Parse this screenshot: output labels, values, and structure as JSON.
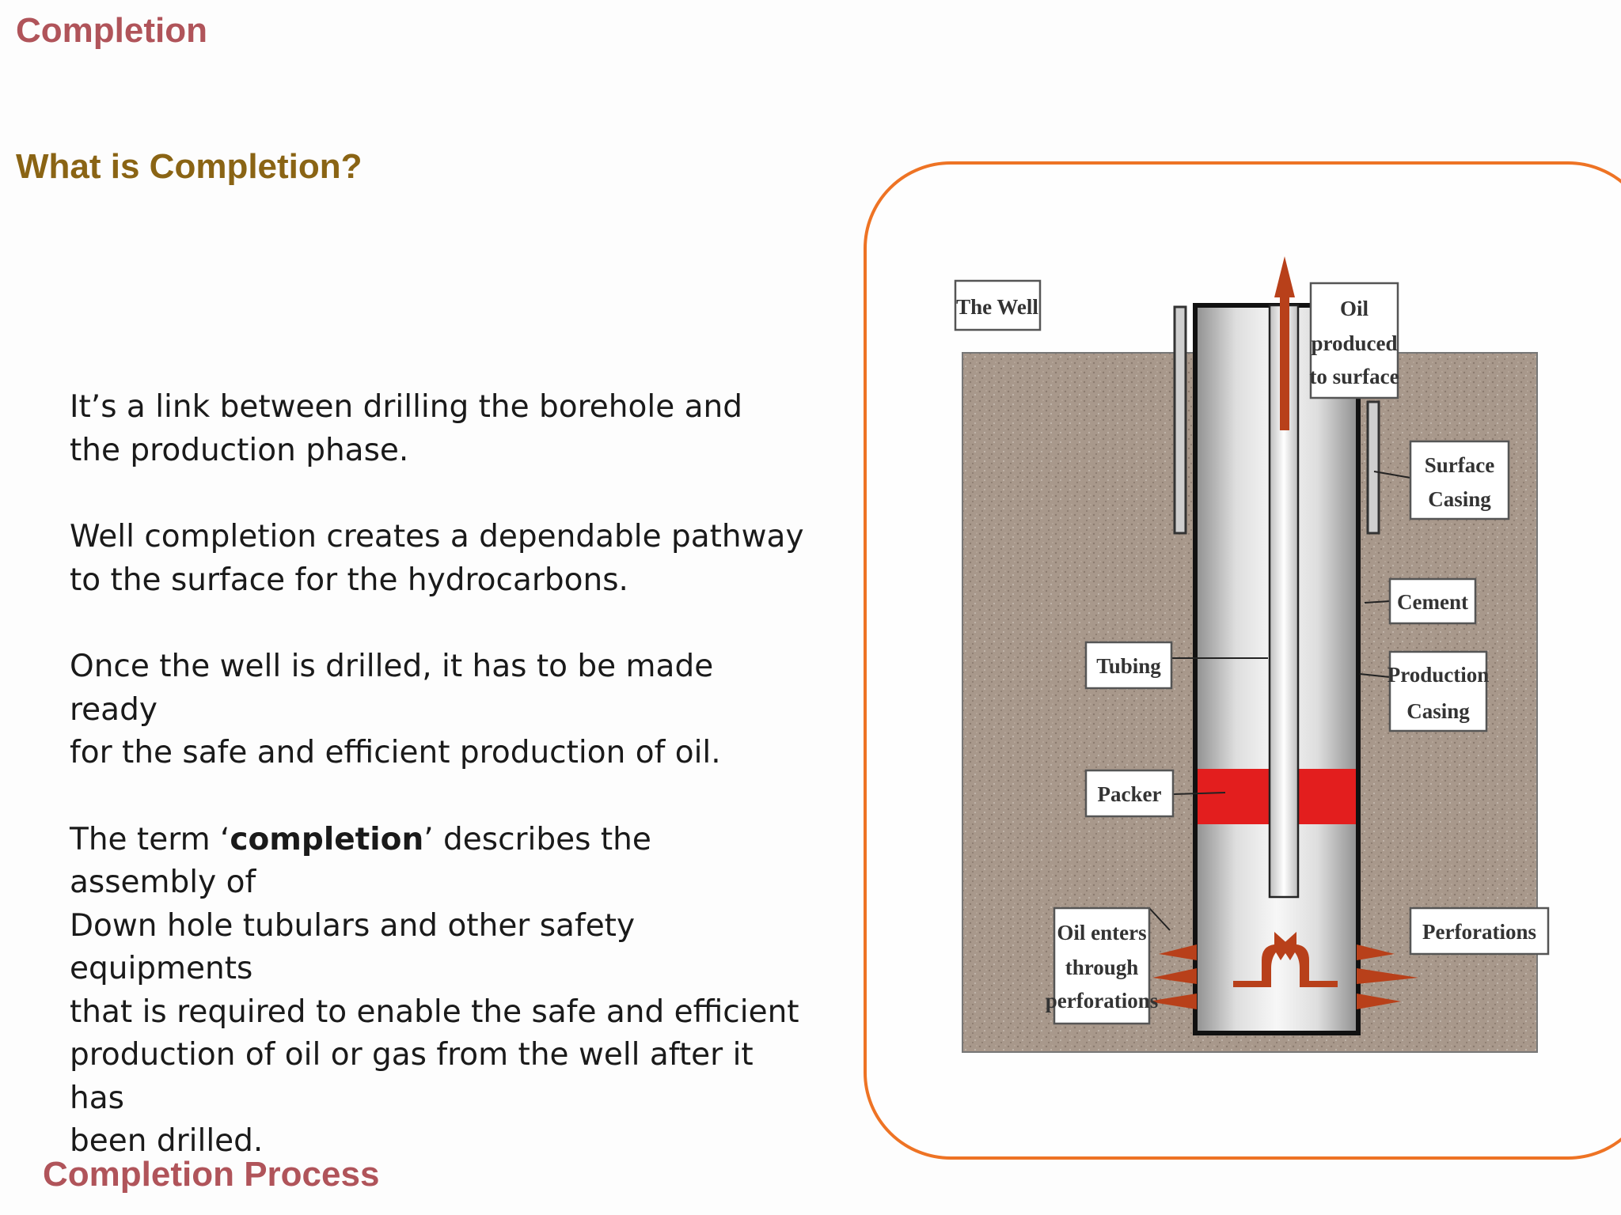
{
  "header": {
    "title": "Completion",
    "subtitle": "What is Completion?"
  },
  "content": {
    "p1": "It’s a link between drilling the borehole and\nthe production phase.",
    "p2": "Well completion creates a dependable pathway\n to the surface for the hydrocarbons.",
    "p3": "Once the well is drilled, it has to be made ready\nfor the safe and efficient production of oil.",
    "p4_before": "The term ‘",
    "p4_bold": "completion",
    "p4_after": "’ describes the assembly of\nDown hole tubulars and other safety equipments\nthat is required to enable the safe and efficient\nproduction of oil or gas from the well after it has\n been drilled."
  },
  "footer": {
    "title": "Completion Process"
  },
  "diagram": {
    "labels": {
      "the_well": "The Well",
      "oil_produced_1": "Oil",
      "oil_produced_2": "produced",
      "oil_produced_3": "to surface",
      "surface_casing_1": "Surface",
      "surface_casing_2": "Casing",
      "cement": "Cement",
      "tubing": "Tubing",
      "production_casing_1": "Production",
      "production_casing_2": "Casing",
      "packer": "Packer",
      "oil_enters_1": "Oil enters",
      "oil_enters_2": "through",
      "oil_enters_3": "perforations",
      "perforations": "Perforations"
    },
    "colors": {
      "frame": "#ee7324",
      "earth": "#a8988b",
      "packer": "#e31e1e",
      "oil_arrow": "#b8401a"
    }
  }
}
